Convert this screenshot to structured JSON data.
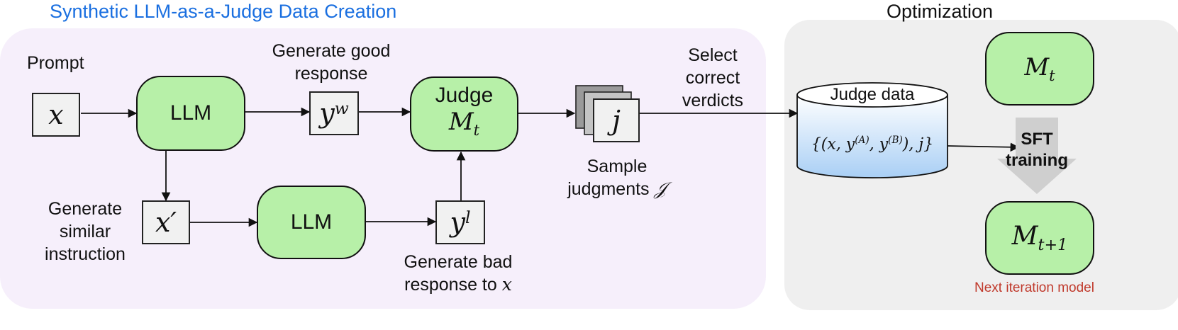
{
  "left_title": "Synthetic LLM-as-a-Judge Data Creation",
  "right_title": "Optimization",
  "labels": {
    "prompt": "Prompt",
    "gen_good_1": "Generate good",
    "gen_good_2": "response",
    "gen_similar_1": "Generate",
    "gen_similar_2": "similar",
    "gen_similar_3": "instruction",
    "gen_bad_1": "Generate bad",
    "gen_bad_2": "response to",
    "gen_bad_var": "x",
    "select_1": "Select",
    "select_2": "correct",
    "select_3": "verdicts",
    "sample_1": "Sample",
    "sample_2": "judgments",
    "sample_sym": "𝒥",
    "sft_1": "SFT",
    "sft_2": "training",
    "next_iter": "Next iteration model"
  },
  "nodes": {
    "x": "x",
    "x_prime": "x′",
    "llm1": "LLM",
    "llm2": "LLM",
    "yw_base": "y",
    "yw_sup": "w",
    "yl_base": "y",
    "yl_sup": "l",
    "judge_label": "Judge",
    "judge_model_base": "M",
    "judge_model_sub": "t",
    "j": "j",
    "judge_data_title": "Judge data",
    "judge_data_formula": "{(x, y(A), y(B)), j}",
    "model_t_base": "M",
    "model_t_sub": "t",
    "model_t1_base": "M",
    "model_t1_sub": "t+1"
  },
  "colors": {
    "left_panel": "#f6effb",
    "right_panel": "#efefef",
    "model_fill": "#b7f0a8",
    "title_blue": "#1a6fe0",
    "next_iter_red": "#c0392b",
    "db_top": "#ffffff",
    "db_bottom": "#a9cff5",
    "arrow_gray": "#cfcfcf"
  }
}
